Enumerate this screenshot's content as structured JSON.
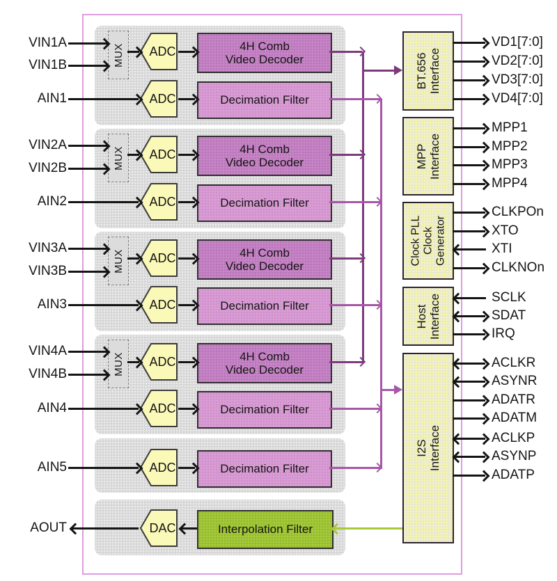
{
  "diagram": {
    "left_signals": [
      {
        "label": "VIN1A",
        "dir": "in"
      },
      {
        "label": "VIN1B",
        "dir": "in"
      },
      {
        "label": "AIN1",
        "dir": "in"
      },
      {
        "label": "VIN2A",
        "dir": "in"
      },
      {
        "label": "VIN2B",
        "dir": "in"
      },
      {
        "label": "AIN2",
        "dir": "in"
      },
      {
        "label": "VIN3A",
        "dir": "in"
      },
      {
        "label": "VIN3B",
        "dir": "in"
      },
      {
        "label": "AIN3",
        "dir": "in"
      },
      {
        "label": "VIN4A",
        "dir": "in"
      },
      {
        "label": "VIN4B",
        "dir": "in"
      },
      {
        "label": "AIN4",
        "dir": "in"
      },
      {
        "label": "AIN5",
        "dir": "in"
      },
      {
        "label": "AOUT",
        "dir": "out"
      }
    ],
    "right_signals": [
      {
        "label": "VD1[7:0]",
        "dir": "out"
      },
      {
        "label": "VD2[7:0]",
        "dir": "out"
      },
      {
        "label": "VD3[7:0]",
        "dir": "out"
      },
      {
        "label": "VD4[7:0]",
        "dir": "out"
      },
      {
        "label": "MPP1",
        "dir": "out"
      },
      {
        "label": "MPP2",
        "dir": "out"
      },
      {
        "label": "MPP3",
        "dir": "out"
      },
      {
        "label": "MPP4",
        "dir": "out"
      },
      {
        "label": "CLKPOn",
        "dir": "out"
      },
      {
        "label": "XTO",
        "dir": "out"
      },
      {
        "label": "XTI",
        "dir": "in"
      },
      {
        "label": "CLKNOn",
        "dir": "out"
      },
      {
        "label": "SCLK",
        "dir": "in"
      },
      {
        "label": "SDAT",
        "dir": "bidir"
      },
      {
        "label": "IRQ",
        "dir": "out"
      },
      {
        "label": "ACLKR",
        "dir": "bidir"
      },
      {
        "label": "ASYNR",
        "dir": "bidir"
      },
      {
        "label": "ADATR",
        "dir": "out"
      },
      {
        "label": "ADATM",
        "dir": "out"
      },
      {
        "label": "ACLKP",
        "dir": "bidir"
      },
      {
        "label": "ASYNP",
        "dir": "bidir"
      },
      {
        "label": "ADATP",
        "dir": "out"
      }
    ],
    "blocks": {
      "mux": "MUX",
      "adc": "ADC",
      "dac": "DAC",
      "video_decoder": {
        "line1": "4H Comb",
        "line2": "Video Decoder"
      },
      "decimation": "Decimation Filter",
      "interpolation": "Interpolation Filter"
    },
    "interfaces": {
      "bt656": {
        "line1": "BT.656",
        "line2": "Interface"
      },
      "mpp": {
        "line1": "MPP",
        "line2": "Interface"
      },
      "clock": {
        "line1": "Clock PLL",
        "line2": "Clock",
        "line3": "Generator"
      },
      "host": {
        "line1": "Host",
        "line2": "Interface"
      },
      "i2s": {
        "line1": "I2S",
        "line2": "Interface"
      }
    },
    "colors": {
      "frame": "#dd9dde",
      "panel": "#d7d7d7",
      "decoder": "#c684c6",
      "decimation": "#d89bd8",
      "adc": "#fbf9b8",
      "interface_box": "#e9e9d2",
      "interpolation": "#a3c838",
      "bus_decoder": "#7d3a7d",
      "bus_decimation": "#a757a7",
      "green": "#a9c93a",
      "arrow": "#141414"
    }
  }
}
